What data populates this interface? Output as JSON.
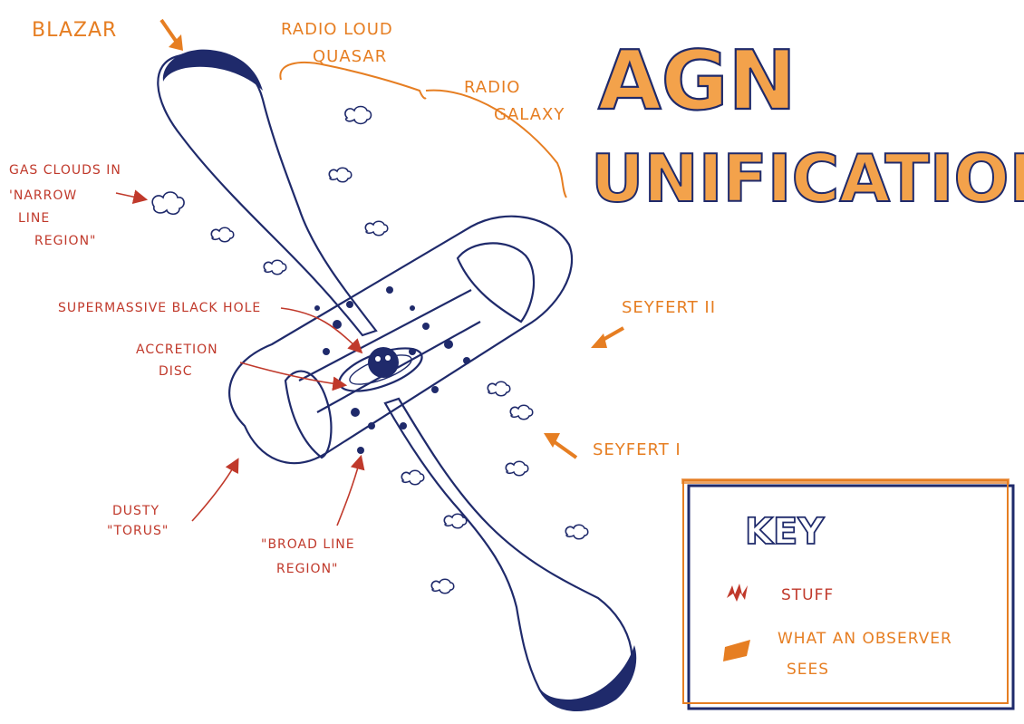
{
  "title": {
    "line1": "AGN",
    "line2": "UNIFICATION"
  },
  "observer_labels": {
    "blazar": "BLAZAR",
    "radio_loud_quasar_1": "RADIO LOUD",
    "radio_loud_quasar_2": "QUASAR",
    "radio_galaxy_1": "RADIO",
    "radio_galaxy_2": "GALAXY",
    "seyfert_2": "SEYFERT II",
    "seyfert_1": "SEYFERT I"
  },
  "stuff_labels": {
    "gas_clouds_1": "GAS CLOUDS IN",
    "gas_clouds_2": "'NARROW",
    "gas_clouds_3": "LINE",
    "gas_clouds_4": "REGION\"",
    "smbh": "SUPERMASSIVE BLACK HOLE",
    "accretion_1": "ACCRETION",
    "accretion_2": "DISC",
    "torus_1": "DUSTY",
    "torus_2": "\"TORUS\"",
    "blr_1": "\"BROAD LINE",
    "blr_2": "REGION\""
  },
  "key": {
    "heading": "KEY",
    "items": [
      {
        "label": "STUFF",
        "color": "#c0392b"
      },
      {
        "label_1": "WHAT AN OBSERVER",
        "label_2": "SEES",
        "color": "#e67e22"
      }
    ]
  },
  "colors": {
    "ink": "#1f2a6b",
    "stuff": "#c0392b",
    "observer": "#e67e22",
    "title_fill": "#f3a24b"
  }
}
